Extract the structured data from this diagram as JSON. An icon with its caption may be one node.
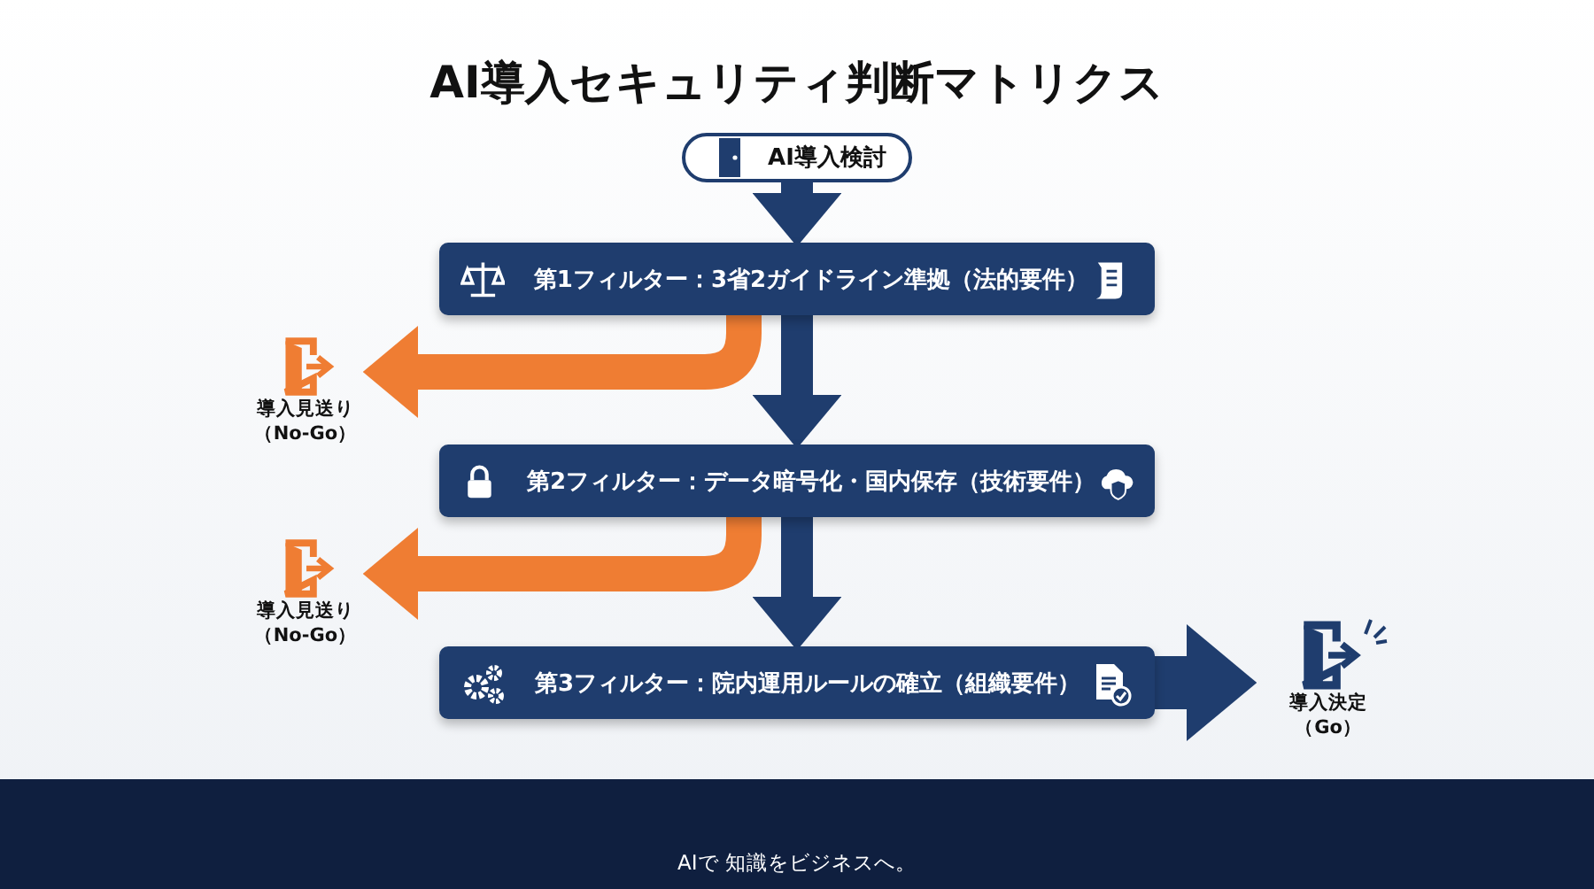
{
  "diagram": {
    "title": "AI導入セキュリティ判断マトリクス",
    "nodes": [
      {
        "text": [
          "AI導入検討"
        ]
      },
      {
        "text": [
          "第1フィルター：3省2ガイドライン準拠（法的要件）"
        ]
      },
      {
        "text": [
          "導入見送り（No-Go）"
        ]
      },
      {
        "text": [
          "第2フィルター：データ暗号化・国内保存（技術要件）"
        ]
      },
      {
        "text": [
          "導入見送り（No-Go）"
        ]
      },
      {
        "text": [
          "第3フィルター：院内運用ルールの確立（組織要件）"
        ]
      },
      {
        "text": [
          "導入決定（Go）"
        ]
      }
    ],
    "edges": [
      {
        "from": 0,
        "to": 1,
        "arrow": "to"
      },
      {
        "from": 1,
        "to": 3,
        "arrow": "to"
      },
      {
        "from": 1,
        "to": 2,
        "arrow": "to",
        "color": "#ef7d33"
      },
      {
        "from": 3,
        "to": 5,
        "arrow": "to"
      },
      {
        "from": 3,
        "to": 4,
        "arrow": "to",
        "color": "#ef7d33"
      },
      {
        "from": 5,
        "to": 6,
        "arrow": "to"
      }
    ],
    "labels": [
      "AIで 知識をビジネスへ。"
    ]
  }
}
